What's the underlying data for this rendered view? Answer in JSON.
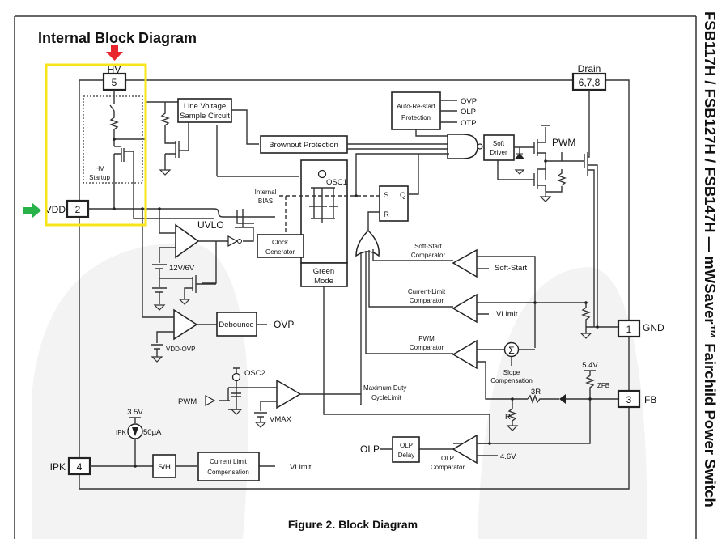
{
  "page": {
    "heading": "Internal Block Diagram",
    "caption": "Figure 2.   Block Diagram",
    "side_title": "FSB117H / FSB127H / FSB147H — mWSaver™ Fairchild Power Switch"
  },
  "annotations": {
    "highlight_color": "#f7e51a",
    "red_arrow_color": "#e8242c",
    "green_arrow_color": "#27b34a",
    "red_arrow_target": "HV",
    "green_arrow_target": "VDD"
  },
  "pins": [
    {
      "number": "5",
      "name": "HV"
    },
    {
      "number": "2",
      "name": "VDD"
    },
    {
      "number": "4",
      "name": "IPK"
    },
    {
      "number": "6,7,8",
      "name": "Drain"
    },
    {
      "number": "1",
      "name": "GND"
    },
    {
      "number": "3",
      "name": "FB"
    }
  ],
  "blocks": {
    "line_voltage": [
      "Line Voltage",
      "Sample Circuit"
    ],
    "brownout": "Brownout Protection",
    "auto_restart": [
      "Auto-Re-start",
      "Protection"
    ],
    "soft_driver": [
      "Soft",
      "Driver"
    ],
    "clock_gen": [
      "Clock",
      "Generator"
    ],
    "green_mode": [
      "Green",
      "Mode"
    ],
    "debounce": "Debounce",
    "sh": "S/H",
    "current_limit_comp": [
      "Current Limit",
      "Compensation"
    ],
    "olp_delay": [
      "OLP",
      "Delay"
    ],
    "flipflop_s": "S",
    "flipflop_r": "R",
    "flipflop_q": "Q"
  },
  "labels": {
    "hv_startup": [
      "HV",
      "Startup"
    ],
    "internal_bias": [
      "Internal",
      "BIAS"
    ],
    "osc1": "OSC1",
    "osc2": "OSC2",
    "uvlo": "UVLO",
    "uvlo_ref": "12V/6V",
    "vdd_ovp": "VDD-OVP",
    "ovp_out": "OVP",
    "ovp_in": "OVP",
    "olp_in": "OLP",
    "otp_in": "OTP",
    "pwm_gate": "PWM",
    "pwm_in": "PWM",
    "soft_start_comp": [
      "Soft-Start",
      "Comparator"
    ],
    "soft_start": "Soft-Start",
    "current_limit_comp": [
      "Current-Limit",
      "Comparator"
    ],
    "vlimit": "VLimit",
    "vlimit_out": "VLimit",
    "pwm_comp": [
      "PWM",
      "Comparator"
    ],
    "slope_comp": [
      "Slope",
      "Compensation"
    ],
    "max_duty": [
      "Maximum Duty",
      "CycleLimit"
    ],
    "vmax": "VMAX",
    "v35": "3.5V",
    "ipk": "IPK",
    "i50": "50µA",
    "v54": "5.4V",
    "zfb": "ZFB",
    "r3": "3R",
    "r": "R",
    "olp_out": "OLP",
    "olp_comp": [
      "OLP",
      "Comparator"
    ],
    "v46": "4.6V",
    "sigma": "Σ"
  }
}
